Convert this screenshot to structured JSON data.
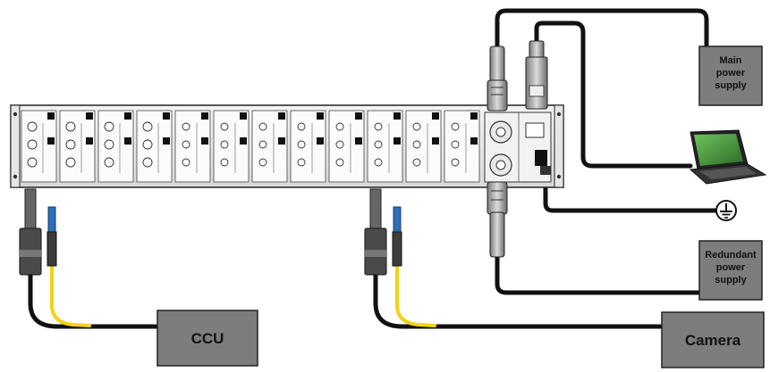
{
  "boxes": {
    "main_power": {
      "line1": "Main",
      "line2": "power",
      "line3": "supply"
    },
    "redundant_power": {
      "line1": "Redundant",
      "line2": "power",
      "line3": "supply"
    },
    "ccu": {
      "label": "CCU"
    },
    "camera": {
      "label": "Camera"
    }
  },
  "symbols": {
    "ground": "ground-symbol",
    "laptop": "laptop-icon"
  },
  "colors": {
    "box_fill": "#7d7d7d",
    "cable": "#111111",
    "fiber": "#f2d21b",
    "fiber_connector": "#2d6fb8",
    "laptop_screen": "#3f8f3a"
  }
}
